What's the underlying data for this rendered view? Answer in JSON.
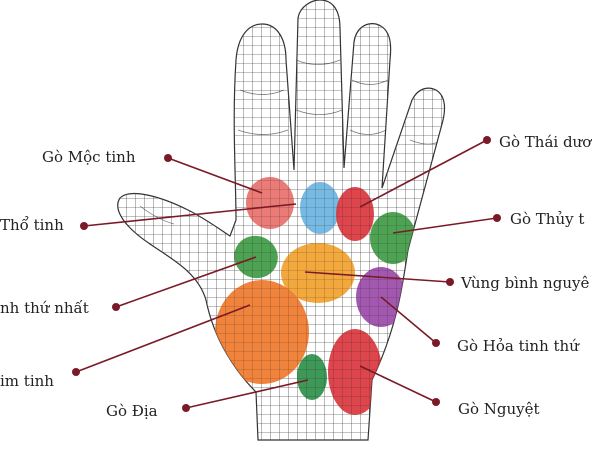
{
  "labels": {
    "jupiter": "Gò Mộc tinh",
    "saturn": "Thổ tinh",
    "mars_first": "nh thứ nhất",
    "venus": "im tinh",
    "earth": "Gò Địa",
    "sun": "Gò Thái dươ",
    "mercury": "Gò Thủy t",
    "plain": "Vùng bình nguyê",
    "mars_second": "Gò Hỏa tinh thứ",
    "moon": "Gò Nguyệt"
  },
  "colors": {
    "jupiter": "#e8706a",
    "saturn": "#6ab4e2",
    "sun": "#d9363d",
    "mercury": "#3f9a44",
    "mars_first": "#3f9a44",
    "plain": "#f2a12e",
    "mars_second": "#9a4aa8",
    "venus": "#f07a2c",
    "earth": "#2e8f4a",
    "moon": "#d9363d",
    "leader": "#7a1a26",
    "mesh": "#444444"
  }
}
